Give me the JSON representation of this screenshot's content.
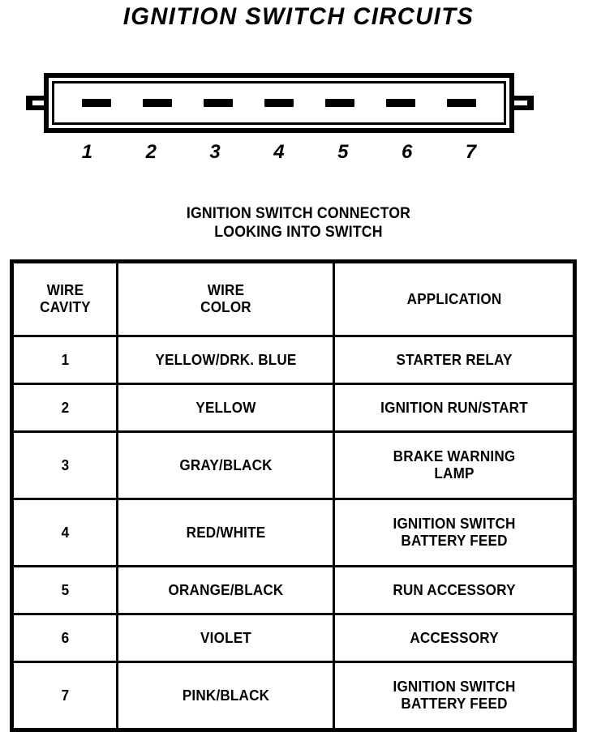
{
  "title": "IGNITION SWITCH CIRCUITS",
  "connector": {
    "caption_line1": "IGNITION SWITCH CONNECTOR",
    "caption_line2": "LOOKING INTO SWITCH",
    "pin_numbers": [
      "1",
      "2",
      "3",
      "4",
      "5",
      "6",
      "7"
    ],
    "pin_count": 7
  },
  "table": {
    "headers": {
      "cavity_line1": "WIRE",
      "cavity_line2": "CAVITY",
      "color_line1": "WIRE",
      "color_line2": "COLOR",
      "application": "APPLICATION"
    },
    "rows": [
      {
        "cavity": "1",
        "color": "YELLOW/DRK. BLUE",
        "app_line1": "STARTER RELAY",
        "app_line2": ""
      },
      {
        "cavity": "2",
        "color": "YELLOW",
        "app_line1": "IGNITION RUN/START",
        "app_line2": ""
      },
      {
        "cavity": "3",
        "color": "GRAY/BLACK",
        "app_line1": "BRAKE WARNING",
        "app_line2": "LAMP"
      },
      {
        "cavity": "4",
        "color": "RED/WHITE",
        "app_line1": "IGNITION SWITCH",
        "app_line2": "BATTERY FEED"
      },
      {
        "cavity": "5",
        "color": "ORANGE/BLACK",
        "app_line1": "RUN ACCESSORY",
        "app_line2": ""
      },
      {
        "cavity": "6",
        "color": "VIOLET",
        "app_line1": "ACCESSORY",
        "app_line2": ""
      },
      {
        "cavity": "7",
        "color": "PINK/BLACK",
        "app_line1": "IGNITION SWITCH",
        "app_line2": "BATTERY FEED"
      }
    ]
  },
  "colors": {
    "ink": "#000000",
    "paper": "#ffffff"
  }
}
